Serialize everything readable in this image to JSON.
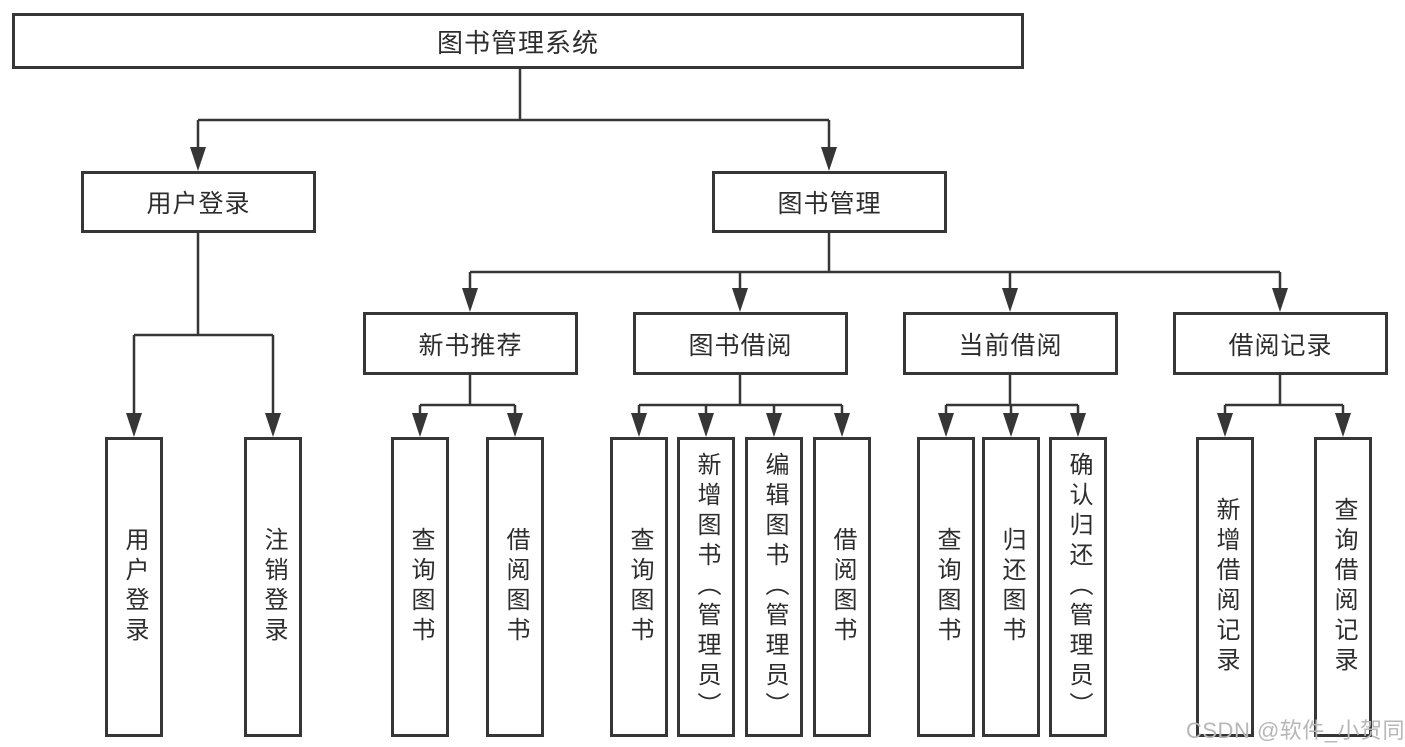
{
  "diagram": {
    "root": {
      "label": "图书管理系统"
    },
    "level2": [
      {
        "label": "用户登录"
      },
      {
        "label": "图书管理"
      }
    ],
    "level3": [
      {
        "label": "新书推荐"
      },
      {
        "label": "图书借阅"
      },
      {
        "label": "当前借阅"
      },
      {
        "label": "借阅记录"
      }
    ],
    "leaves": [
      {
        "label": "用户登录"
      },
      {
        "label": "注销登录"
      },
      {
        "label": "查询图书"
      },
      {
        "label": "借阅图书"
      },
      {
        "label": "查询图书"
      },
      {
        "label": "新增图书（管理员）"
      },
      {
        "label": "编辑图书（管理员）"
      },
      {
        "label": "借阅图书"
      },
      {
        "label": "查询图书"
      },
      {
        "label": "归还图书"
      },
      {
        "label": "确认归还（管理员）"
      },
      {
        "label": "新增借阅记录"
      },
      {
        "label": "查询借阅记录"
      }
    ]
  },
  "watermark": {
    "text": "CSDN @软件_小贺同学"
  },
  "colors": {
    "line": "#363636",
    "text": "#2d2d2d",
    "watermark": "#b7b7b7",
    "background": "#ffffff"
  }
}
